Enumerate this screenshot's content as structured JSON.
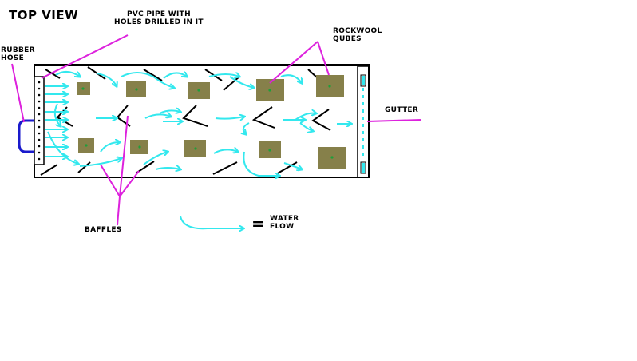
{
  "title": "TOP VIEW",
  "labels": {
    "pvc_pipe": [
      "PVC PIPE WITH",
      "HOLES DRILLED IN IT"
    ],
    "rubber_hose": [
      "RUBBER",
      "HOSE"
    ],
    "rockwool": [
      "ROCKWOOL",
      "QUBES"
    ],
    "gutter": "GUTTER",
    "baffles": "BAFFLES"
  },
  "legend": {
    "equals": "=",
    "text": [
      "WATER",
      "FLOW"
    ]
  },
  "colors": {
    "water": "#33e8ee",
    "callout": "#dd22dd",
    "hose": "#1a1acc",
    "cube": "#86804a",
    "cube_dot": "#1e9e3a",
    "outline": "#000000"
  }
}
